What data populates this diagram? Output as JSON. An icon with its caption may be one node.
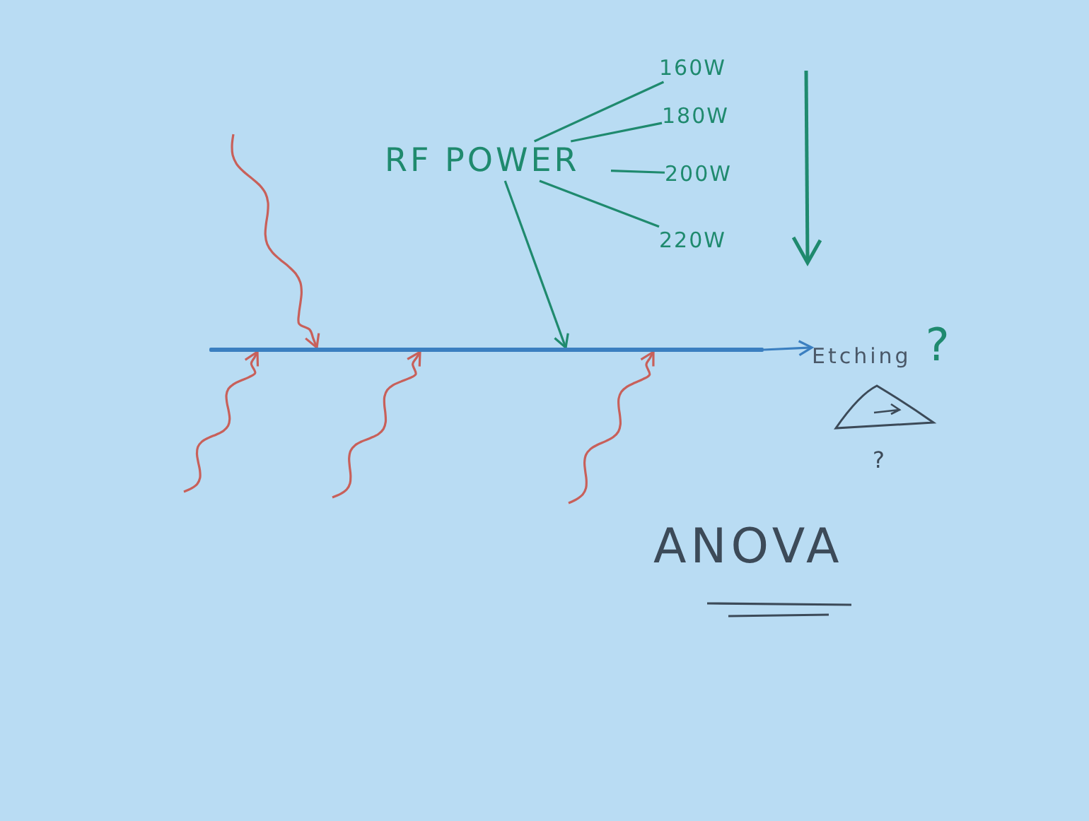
{
  "diagram": {
    "nodes": [
      {
        "text": [
          "RF POWER"
        ]
      },
      {
        "text": [
          "160W"
        ]
      },
      {
        "text": [
          "180W"
        ]
      },
      {
        "text": [
          "200W"
        ]
      },
      {
        "text": [
          "220W"
        ]
      },
      {
        "text": [
          "Etching",
          "?"
        ]
      },
      {
        "text": [],
        "shape": "bar"
      }
    ],
    "edges": [
      {
        "from": 0,
        "to": 1,
        "arrow": "none"
      },
      {
        "from": 0,
        "to": 2,
        "arrow": "none"
      },
      {
        "from": 0,
        "to": 3,
        "arrow": "none"
      },
      {
        "from": 0,
        "to": 4,
        "arrow": "none"
      },
      {
        "from": 0,
        "to": 6,
        "arrow": "to"
      },
      {
        "from": null,
        "to": 6,
        "arrow": "to",
        "color": "#c8605a"
      },
      {
        "from": null,
        "to": 6,
        "arrow": "to",
        "color": "#c8605a"
      },
      {
        "from": null,
        "to": 6,
        "arrow": "to",
        "color": "#c8605a"
      },
      {
        "from": null,
        "to": 6,
        "arrow": "to",
        "color": "#c8605a"
      },
      {
        "from": 6,
        "to": 5,
        "arrow": "to",
        "color": "#3b7fc0"
      }
    ],
    "labels": [
      "?",
      "ANOVA"
    ]
  }
}
